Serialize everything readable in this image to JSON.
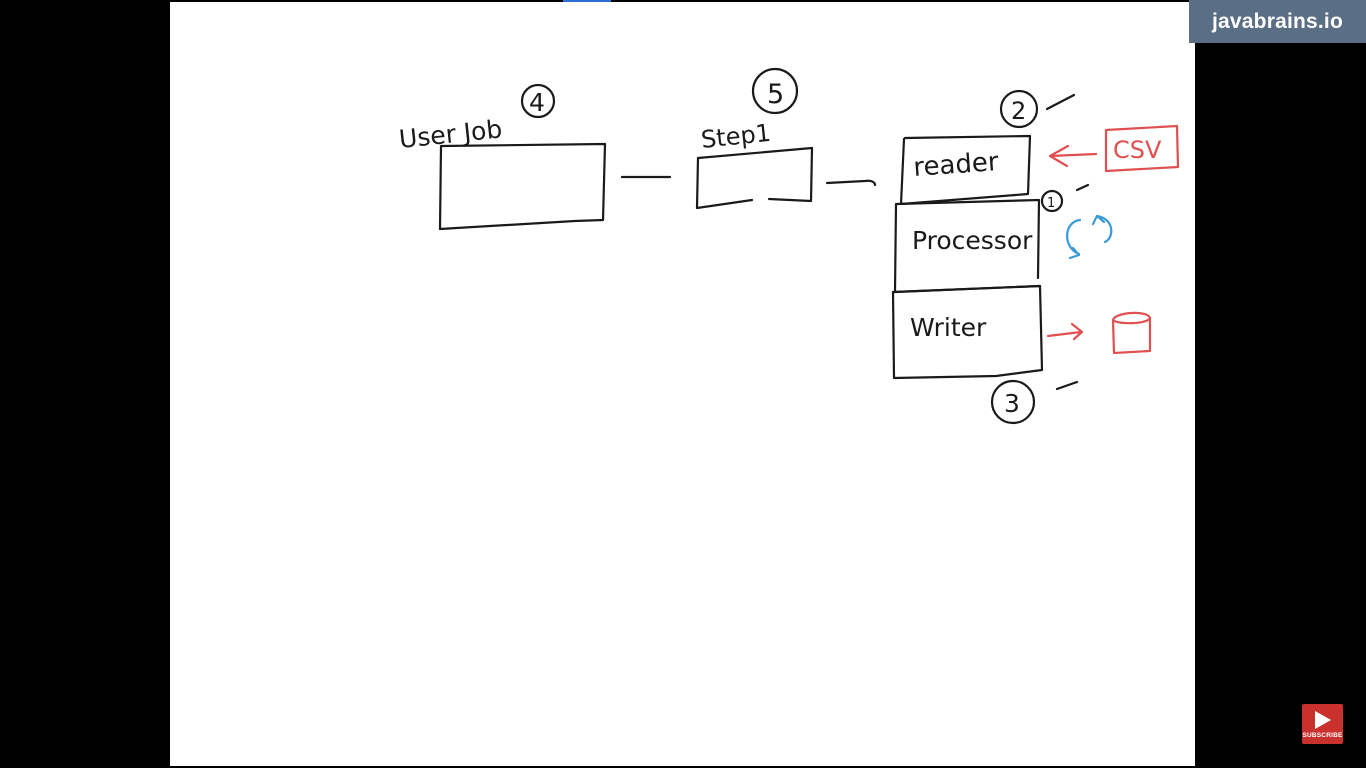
{
  "watermark": {
    "text": "javabrains.io"
  },
  "subscribe": {
    "label": "SUBSCRIBE"
  },
  "diagram": {
    "user_job_label": "User Job",
    "user_job_number": "4",
    "step_label": "Step1",
    "step_number": "5",
    "reader_label": "reader",
    "reader_number": "2",
    "processor_label": "Processor",
    "processor_number": "1",
    "writer_label": "Writer",
    "writer_number": "3",
    "source_label": "CSV",
    "ink_color": "#1a1a1a",
    "red_color": "#e05050",
    "blue_color": "#3a9ad9"
  }
}
